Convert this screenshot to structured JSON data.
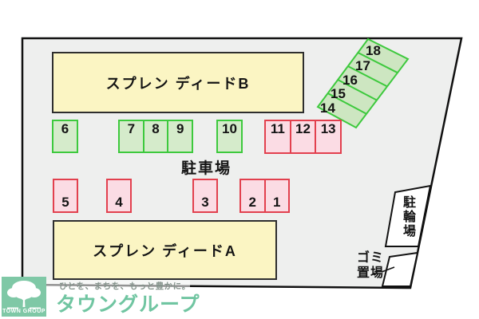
{
  "map": {
    "building_b_label": "スプレン ディードB",
    "building_a_label": "スプレン ディードA",
    "parking_lot_label": "駐車場",
    "bicycle_area_label": "駐輪場",
    "garbage_area_line1": "ゴミ",
    "garbage_area_line2": "置場",
    "spots_upper": [
      {
        "label": "6",
        "color": "green"
      },
      {
        "label": "7",
        "color": "green"
      },
      {
        "label": "8",
        "color": "green"
      },
      {
        "label": "9",
        "color": "green"
      },
      {
        "label": "10",
        "color": "green"
      },
      {
        "label": "11",
        "color": "pink"
      },
      {
        "label": "12",
        "color": "pink"
      },
      {
        "label": "13",
        "color": "pink"
      }
    ],
    "spots_lower": [
      {
        "label": "5",
        "color": "pink"
      },
      {
        "label": "4",
        "color": "pink"
      },
      {
        "label": "3",
        "color": "pink"
      },
      {
        "label": "2",
        "color": "pink"
      },
      {
        "label": "1",
        "color": "pink"
      }
    ],
    "spots_diagonal": [
      {
        "label": "18",
        "color": "green"
      },
      {
        "label": "17",
        "color": "green"
      },
      {
        "label": "16",
        "color": "green"
      },
      {
        "label": "15",
        "color": "green"
      },
      {
        "label": "14",
        "color": "green"
      }
    ],
    "colors": {
      "site_background": "#eeefee",
      "building_fill": "#fbf5c3",
      "spot_green_fill": "#d5ebcb",
      "spot_green_border": "#3dc93d",
      "spot_pink_fill": "#fbdce4",
      "spot_pink_border": "#e2404e"
    }
  },
  "branding": {
    "tagline": "ひとを、まちを、もっと豊かに。",
    "logo_text": "タウングループ",
    "logo_mark_label": "TOWN GROUP",
    "brand_green": "#70c5a1"
  }
}
